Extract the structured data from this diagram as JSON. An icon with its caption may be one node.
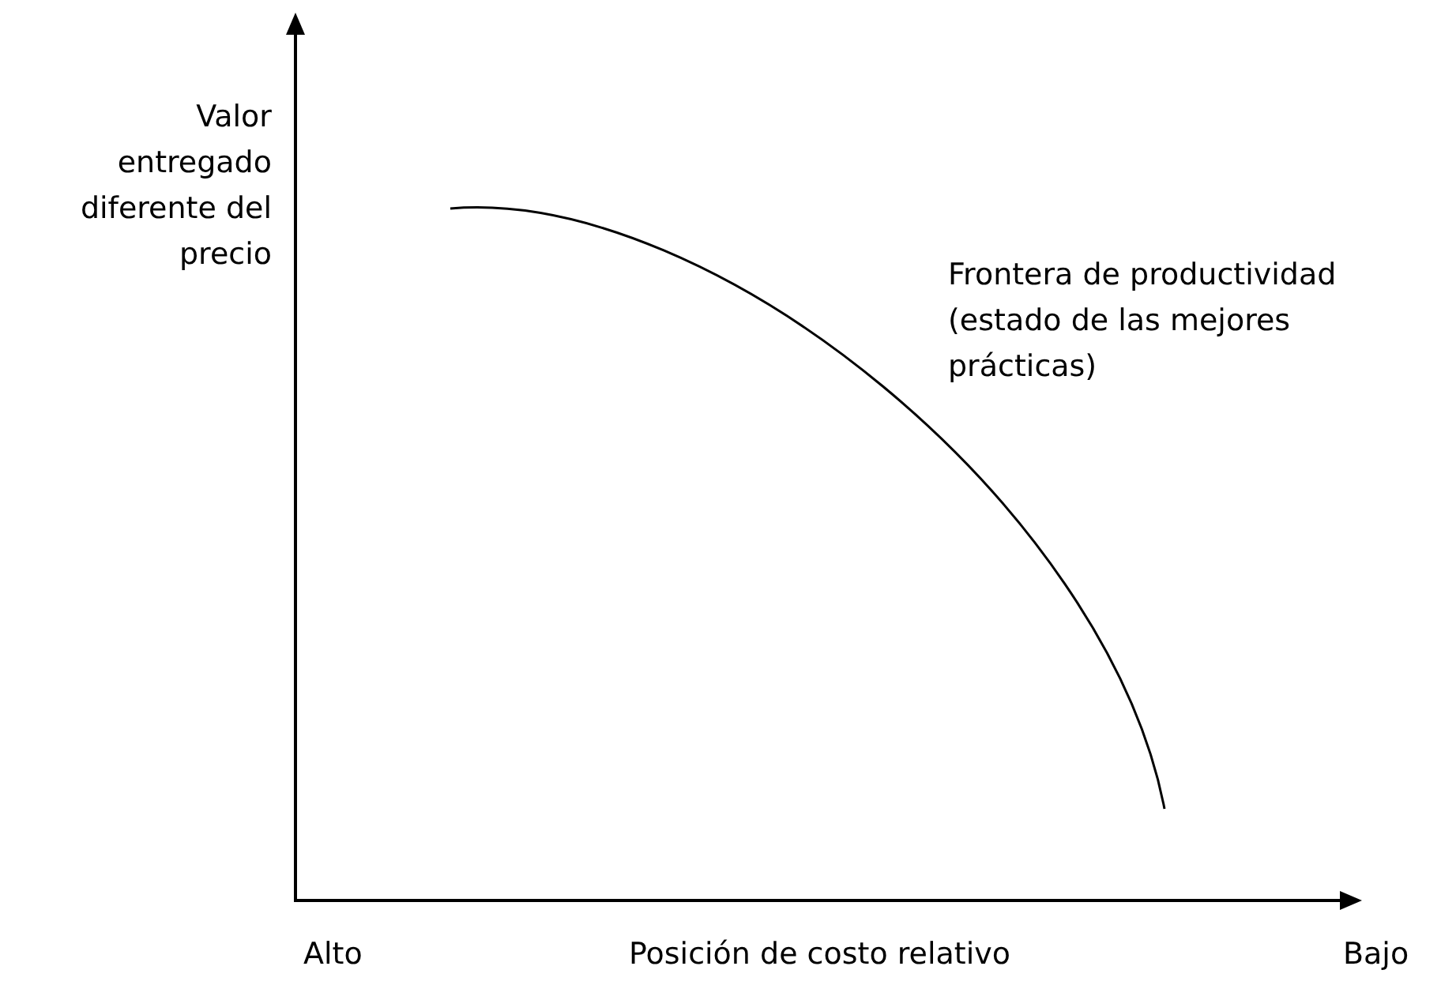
{
  "diagram": {
    "labels": [
      "Valor entregado diferente del precio",
      "Frontera de productividad (estado de las mejores prácticas)",
      "Alto",
      "Posición de costo relativo",
      "Bajo"
    ]
  }
}
